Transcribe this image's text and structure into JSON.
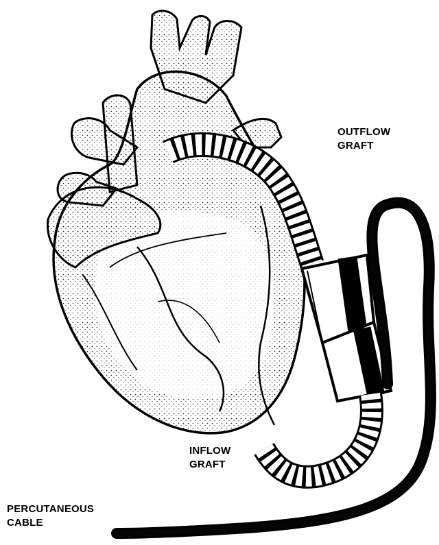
{
  "labels": {
    "outflow": {
      "line1": "OUTFLOW",
      "line2": "GRAFT"
    },
    "inflow": {
      "line1": "INFLOW",
      "line2": "GRAFT"
    },
    "cable": {
      "line1": "PERCUTANEOUS",
      "line2": "CABLE"
    }
  },
  "colors": {
    "ink": "#000000",
    "paper": "#ffffff",
    "stipple": "#222222"
  },
  "parts": [
    "aorta-vessels",
    "heart-body",
    "outflow-graft",
    "pump-device",
    "inflow-graft",
    "percutaneous-cable"
  ]
}
